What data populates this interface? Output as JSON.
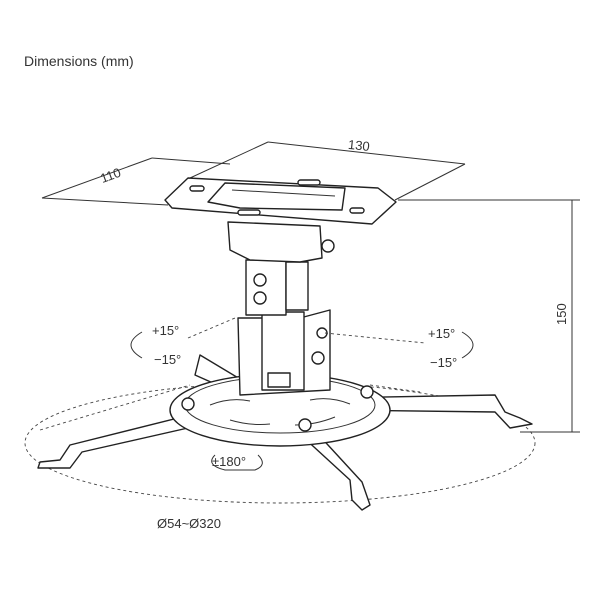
{
  "title": "Dimensions (mm)",
  "dimensions": {
    "plate_width": "130",
    "plate_depth": "110",
    "height": "150",
    "diameter_range": "Ø54~Ø320"
  },
  "angles": {
    "tilt_left_up": "+15°",
    "tilt_left_down": "−15°",
    "tilt_right_up": "+15°",
    "tilt_right_down": "−15°",
    "rotation": "±180°"
  }
}
